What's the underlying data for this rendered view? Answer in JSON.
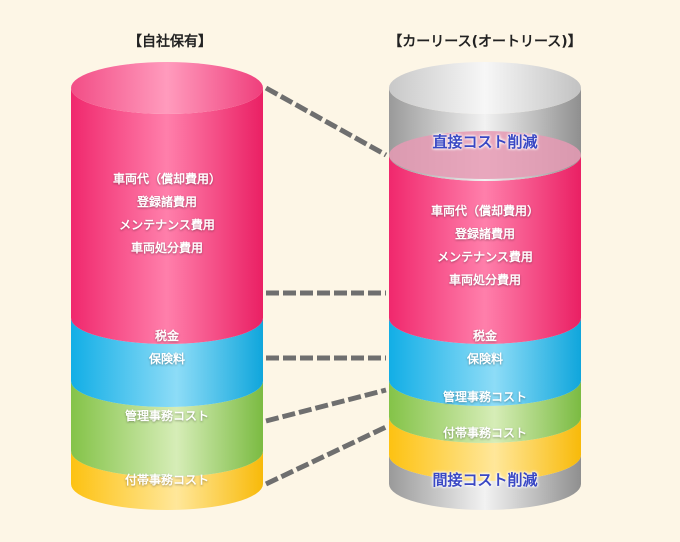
{
  "titles": {
    "own": "【自社保有】",
    "lease": "【カーリース(オートリース)】"
  },
  "own_layers": {
    "vehicle": [
      "車両代（償却費用）",
      "登録諸費用",
      "メンテナンス費用",
      "車両処分費用"
    ],
    "tax": [
      "税金",
      "保険料"
    ],
    "management": "管理事務コスト",
    "incidental": "付帯事務コスト"
  },
  "lease_layers": {
    "direct_cut": "直接コスト削減",
    "vehicle": [
      "車両代（償却費用）",
      "登録諸費用",
      "メンテナンス費用",
      "車両処分費用"
    ],
    "tax": [
      "税金",
      "保険料"
    ],
    "management": "管理事務コスト",
    "incidental": "付帯事務コスト",
    "indirect_cut": "間接コスト削減"
  },
  "colors": {
    "pink": "#f7357a",
    "blue": "#25b8ec",
    "green": "#8fcb55",
    "yellow": "#fdc91c",
    "gray": "#b3b3b3",
    "accent": "#3a48c4",
    "background": "#fdf6e6"
  }
}
